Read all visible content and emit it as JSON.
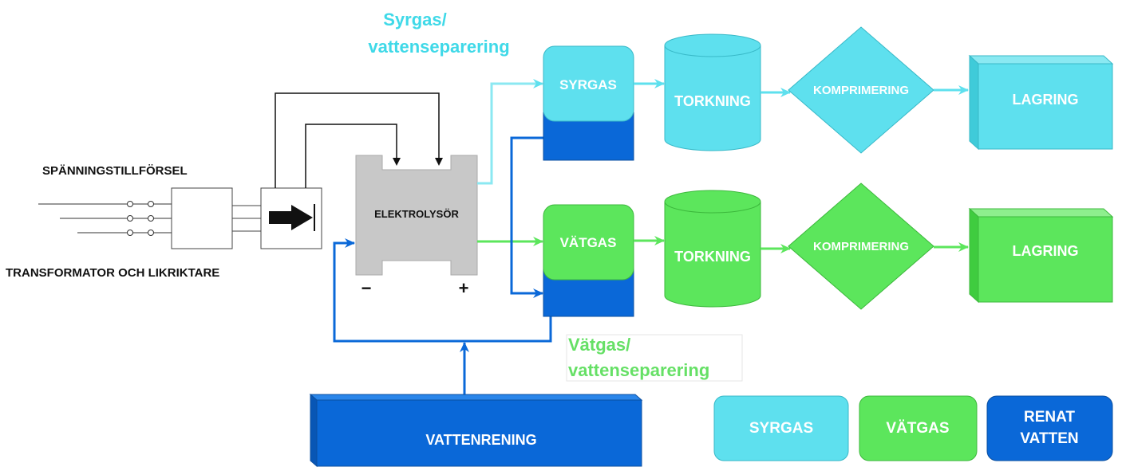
{
  "labels": {
    "oxygen_separation_line1": "Syrgas/",
    "oxygen_separation_line2": "vattenseparering",
    "hydrogen_separation_line1": "Vätgas/",
    "hydrogen_separation_line2": "vattenseparering",
    "voltage_supply": "SPÄNNINGSTILLFÖRSEL",
    "transformer_rectifier": "TRANSFORMATOR OCH LIKRIKTARE",
    "electrolyser": "ELEKTROLYSÖR",
    "minus_terminal": "−",
    "plus_terminal": "+",
    "oxygen_tank": "SYRGAS",
    "hydrogen_tank": "VÄTGAS",
    "drying_oxygen": "TORKNING",
    "drying_hydrogen": "TORKNING",
    "compression_oxygen": "KOMPRIMERING",
    "compression_hydrogen": "KOMPRIMERING",
    "storage_oxygen": "LAGRING",
    "storage_hydrogen": "LAGRING",
    "water_purification": "VATTENRENING"
  },
  "legend": {
    "oxygen": "SYRGAS",
    "hydrogen": "VÄTGAS",
    "water_line1": "RENAT",
    "water_line2": "VATTEN"
  },
  "colors": {
    "oxygen": "#5ee0ee",
    "oxygen_text": "#3fd9e8",
    "hydrogen": "#5ce65c",
    "hydrogen_text": "#66e066",
    "water": "#0a68d8",
    "electrolyser": "#c8c8c8"
  }
}
